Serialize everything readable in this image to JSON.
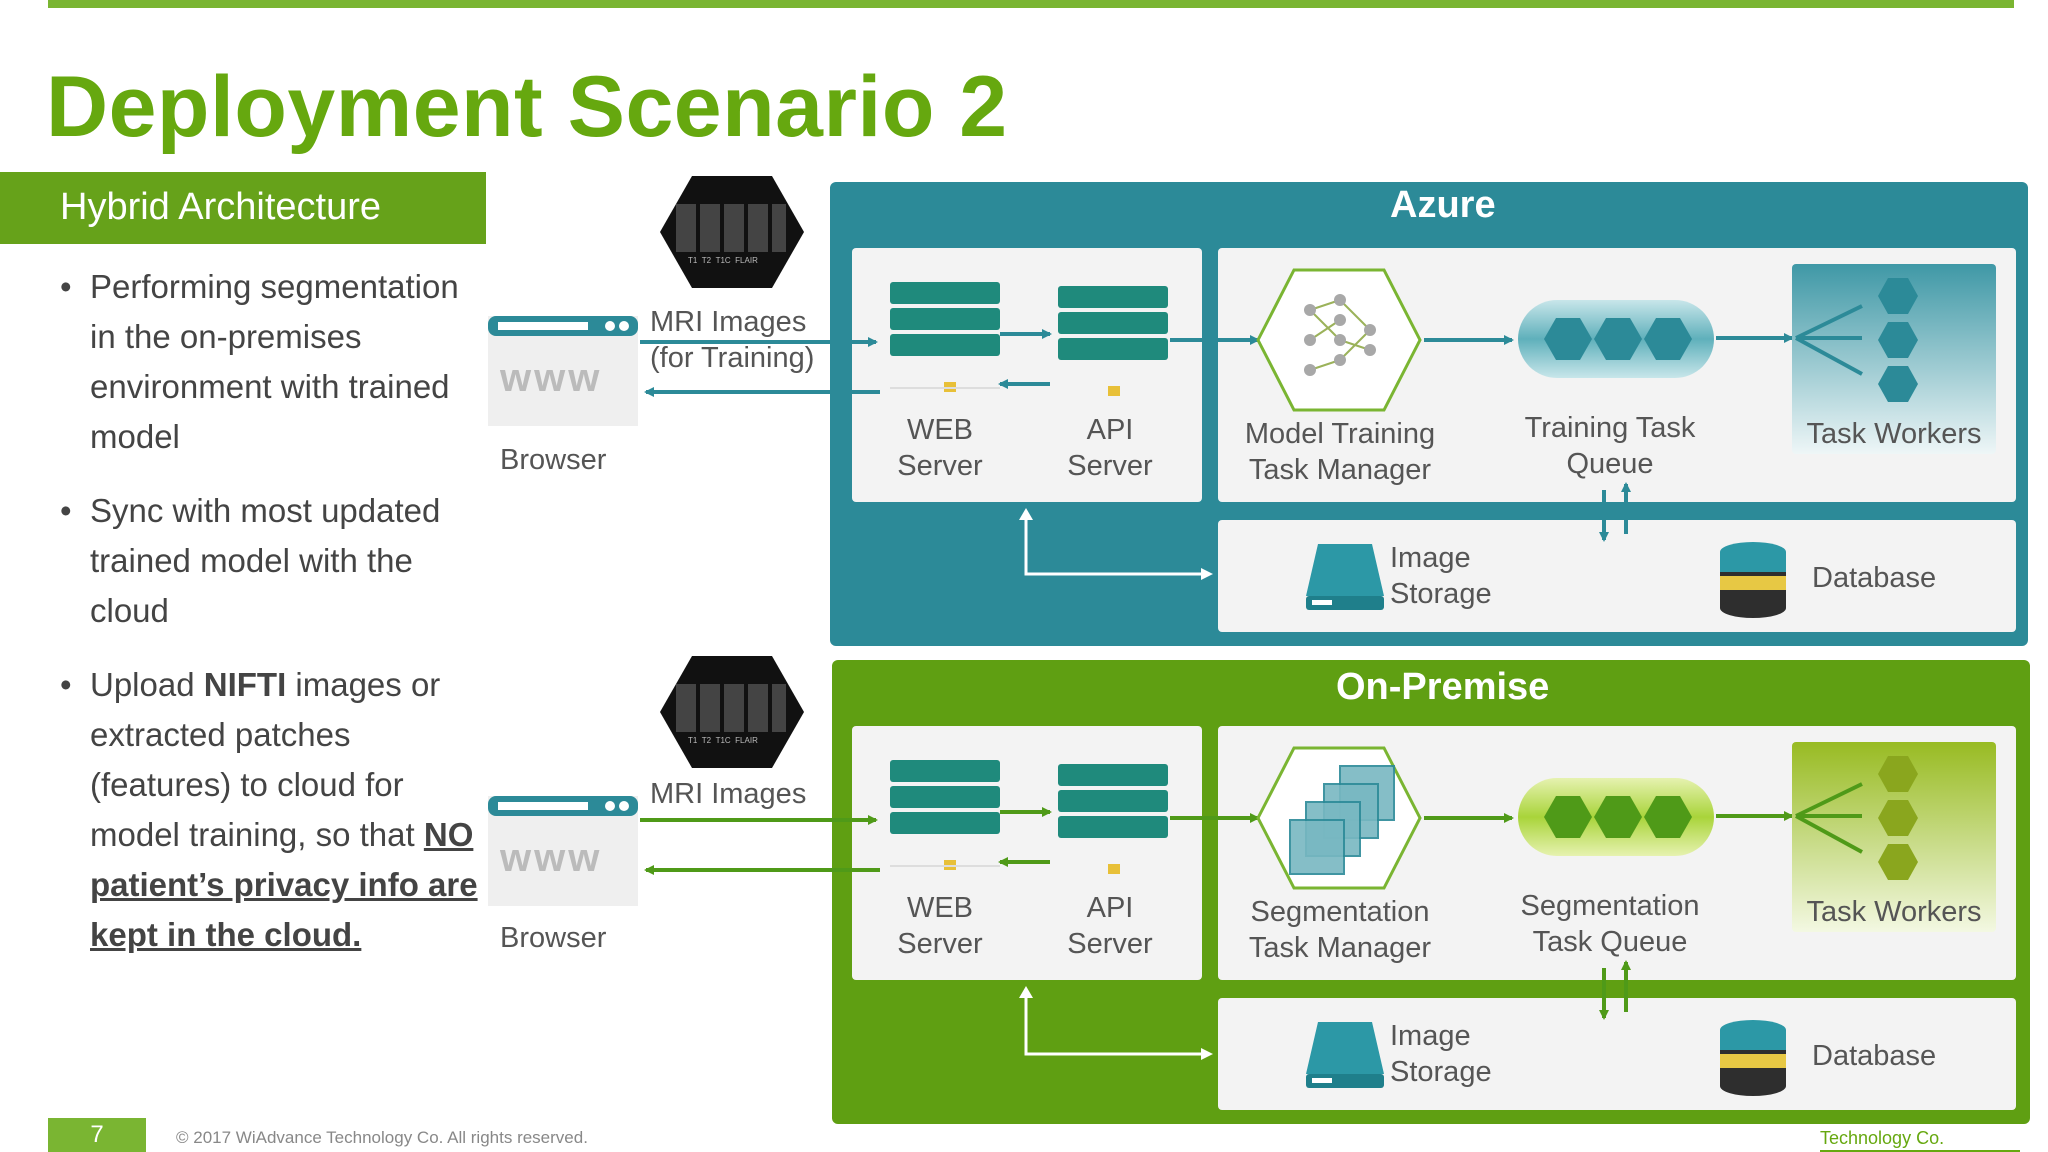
{
  "title": "Deployment Scenario 2",
  "subtitle": "Hybrid Architecture",
  "bullets": {
    "b1": "Performing segmentation in the on-premises environment with trained model",
    "b2": "Sync with most updated trained model with the cloud",
    "b3_pre": "Upload ",
    "b3_bold": "NIFTI",
    "b3_mid": " images or extracted patches (features) to cloud for model training, so that ",
    "b3_underline": "NO patient’s privacy info are kept in the cloud."
  },
  "mri_icon": {
    "labels": [
      "T1",
      "T2",
      "T1C",
      "FLAIR"
    ]
  },
  "azure": {
    "title": "Azure",
    "browser_label": "Browser",
    "www": "www",
    "mri_label_1": "MRI Images",
    "mri_label_2": "(for Training)",
    "web_server_1": "WEB",
    "web_server_2": "Server",
    "api_server_1": "API",
    "api_server_2": "Server",
    "manager_1": "Model Training",
    "manager_2": "Task Manager",
    "queue_1": "Training Task",
    "queue_2": "Queue",
    "workers": "Task Workers",
    "storage_1": "Image",
    "storage_2": "Storage",
    "database": "Database"
  },
  "onprem": {
    "title": "On-Premise",
    "browser_label": "Browser",
    "www": "www",
    "mri_label_1": "MRI Images",
    "web_server_1": "WEB",
    "web_server_2": "Server",
    "api_server_1": "API",
    "api_server_2": "Server",
    "manager_1": "Segmentation",
    "manager_2": "Task Manager",
    "queue_1": "Segmentation",
    "queue_2": "Task Queue",
    "workers": "Task Workers",
    "storage_1": "Image",
    "storage_2": "Storage",
    "database": "Database"
  },
  "footer": {
    "page": "7",
    "copyright": "© 2017 WiAdvance Technology Co. All rights reserved.",
    "brand": "Technology Co."
  },
  "colors": {
    "green": "#66a80f",
    "teal": "#2c8a98",
    "server": "#1f8a7c",
    "database_band": "#e7c844"
  }
}
